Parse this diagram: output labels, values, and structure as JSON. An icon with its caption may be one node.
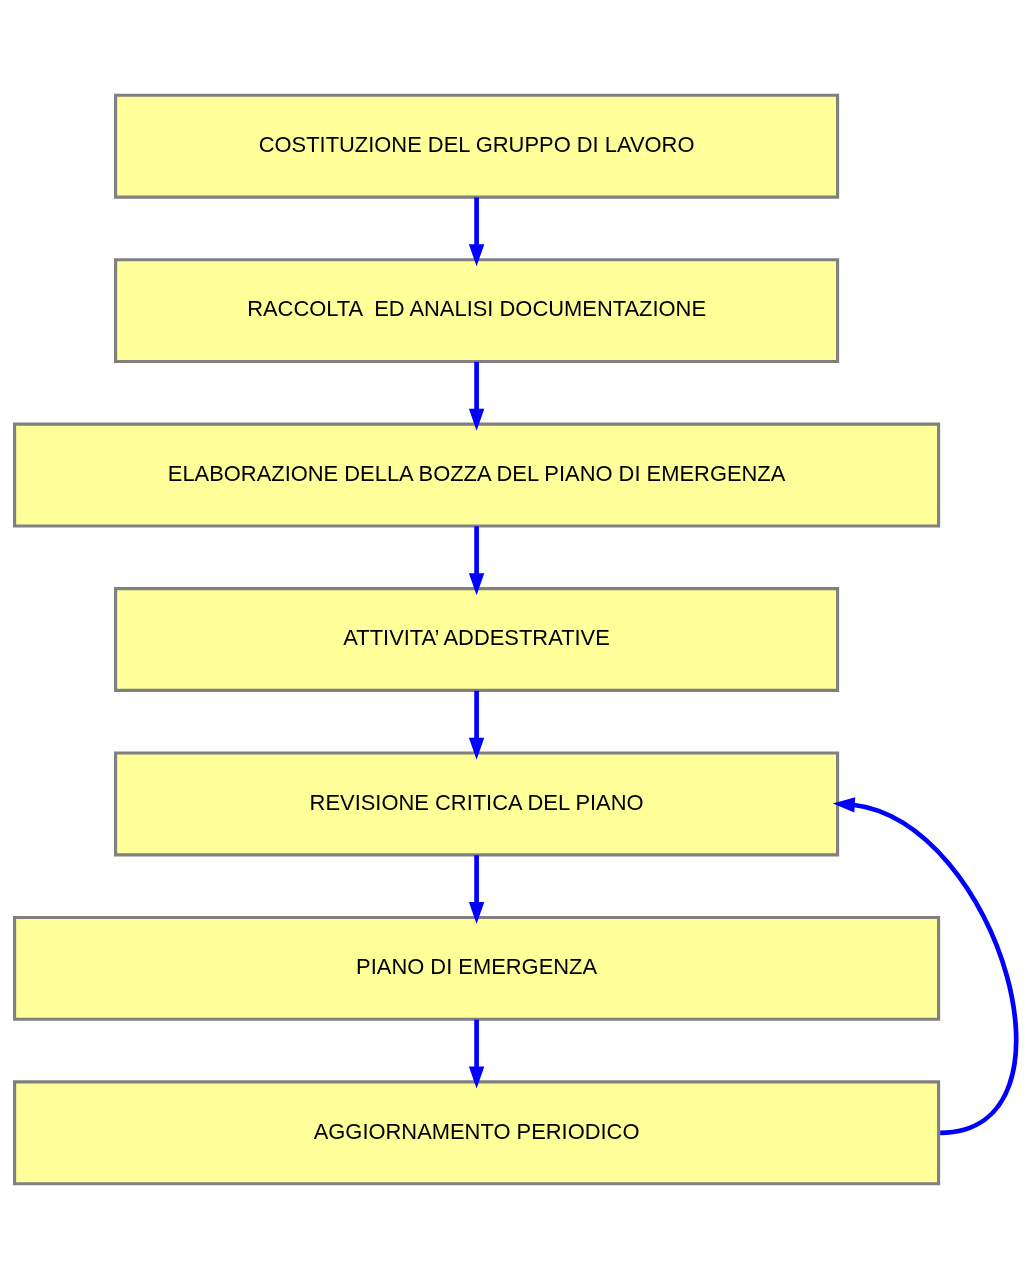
{
  "diagram": {
    "nodes": [
      {
        "text": [
          "COSTITUZIONE DEL GRUPPO DI LAVORO"
        ]
      },
      {
        "text": [
          "RACCOLTA  ED ANALISI DOCUMENTAZIONE"
        ]
      },
      {
        "text": [
          "ELABORAZIONE DELLA BOZZA DEL PIANO DI EMERGENZA"
        ]
      },
      {
        "text": [
          "ATTIVITA’ ADDESTRATIVE"
        ]
      },
      {
        "text": [
          "REVISIONE CRITICA DEL PIANO"
        ]
      },
      {
        "text": [
          "PIANO DI EMERGENZA"
        ]
      },
      {
        "text": [
          "AGGIORNAMENTO PERIODICO"
        ]
      }
    ],
    "edges": [
      {
        "from": 0,
        "to": 1,
        "arrow": "to"
      },
      {
        "from": 1,
        "to": 2,
        "arrow": "to"
      },
      {
        "from": 2,
        "to": 3,
        "arrow": "to"
      },
      {
        "from": 3,
        "to": 4,
        "arrow": "to"
      },
      {
        "from": 4,
        "to": 5,
        "arrow": "to"
      },
      {
        "from": 5,
        "to": 6,
        "arrow": "to"
      },
      {
        "from": 6,
        "to": 4,
        "arrow": "to"
      }
    ]
  }
}
